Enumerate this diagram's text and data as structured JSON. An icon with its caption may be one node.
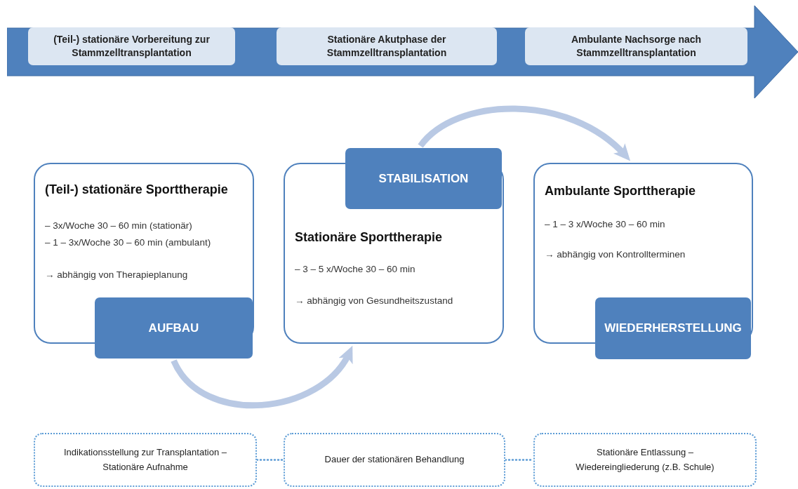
{
  "diagram": {
    "nodes": [
      {
        "text": [],
        "shape": "arrow"
      },
      {
        "text": [
          "(Teil-) stationäre Vorbereitung zur Stammzelltransplantation"
        ],
        "in": 0
      },
      {
        "text": [
          "Stationäre Akutphase der Stammzelltransplantation"
        ],
        "in": 0
      },
      {
        "text": [
          "Ambulante Nachsorge nach Stammzelltransplantation"
        ],
        "in": 0
      },
      {
        "text": [
          "(Teil-) stationäre Sporttherapie",
          "–  3x/Woche 30 – 60 min (stationär)",
          "– 1 – 3x/Woche 30 – 60 min (ambulant)",
          "→ abhängig von Therapieplanung"
        ]
      },
      {
        "text": [
          "AUFBAU"
        ]
      },
      {
        "text": [
          "Stationäre Sporttherapie",
          "– 3 – 5 x/Woche 30 – 60 min",
          "→ abhängig von Gesundheitszustand"
        ]
      },
      {
        "text": [
          "STABILISATION"
        ]
      },
      {
        "text": [
          "Ambulante Sporttherapie",
          "– 1 – 3 x/Woche 30 – 60 min",
          "→ abhängig von Kontrollterminen"
        ]
      },
      {
        "text": [
          "WIEDERHERSTELLUNG"
        ]
      },
      {
        "text": [
          "Indikationsstellung zur Transplantation – Stationäre Aufnahme"
        ]
      },
      {
        "text": [
          "Dauer der stationären Behandlung"
        ]
      },
      {
        "text": [
          "Stationäre Entlassung – Wiedereingliederung (z.B. Schule)"
        ]
      }
    ],
    "edges": [
      {
        "from": 5,
        "to": 6,
        "arrow": "to",
        "style": "thick",
        "color": "#b9c9e4"
      },
      {
        "from": 7,
        "to": 8,
        "arrow": "to",
        "style": "thick",
        "color": "#b9c9e4"
      },
      {
        "from": 10,
        "to": 11,
        "arrow": "none",
        "style": "dashed",
        "color": "#5b9bd5"
      },
      {
        "from": 11,
        "to": 12,
        "arrow": "none",
        "style": "dashed",
        "color": "#5b9bd5"
      }
    ]
  }
}
